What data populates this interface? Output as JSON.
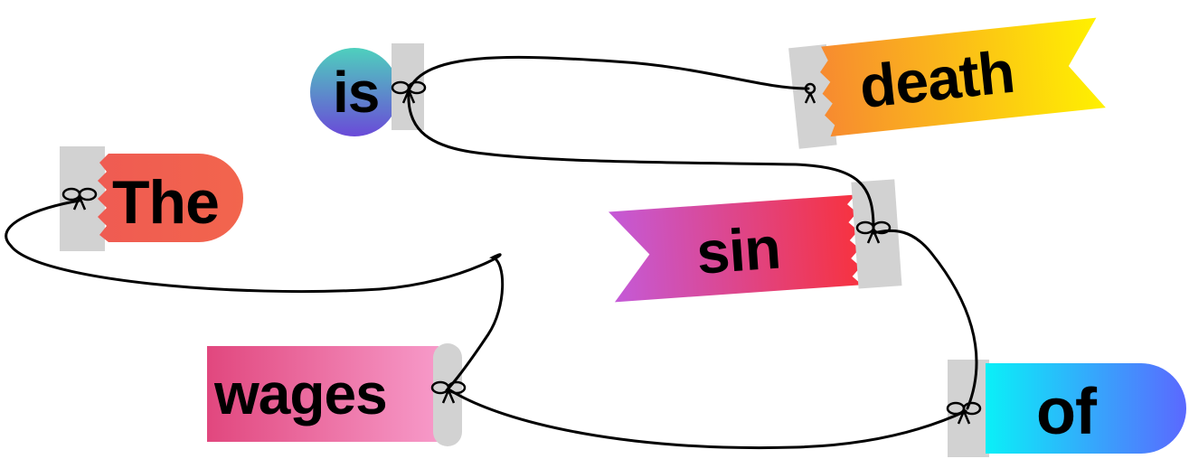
{
  "diagram": {
    "words": [
      {
        "id": "the",
        "text": "The",
        "colors": [
          "#ef5b52",
          "#f2654d"
        ]
      },
      {
        "id": "wages",
        "text": "wages",
        "colors": [
          "#e1477e",
          "#f79ac9"
        ]
      },
      {
        "id": "of",
        "text": "of",
        "colors": [
          "#0af0f8",
          "#5b68ff"
        ]
      },
      {
        "id": "sin",
        "text": "sin",
        "colors": [
          "#c45ad8",
          "#f7323f"
        ]
      },
      {
        "id": "is",
        "text": "is",
        "colors": [
          "#4ed0bd",
          "#6a4ad8"
        ]
      },
      {
        "id": "death",
        "text": "death",
        "colors": [
          "#f78a30",
          "#fff100"
        ]
      }
    ],
    "string_order": [
      "The",
      "wages",
      "of",
      "sin",
      "is",
      "death"
    ],
    "tag_color": "#d2d2d2",
    "string_color": "#000000"
  }
}
